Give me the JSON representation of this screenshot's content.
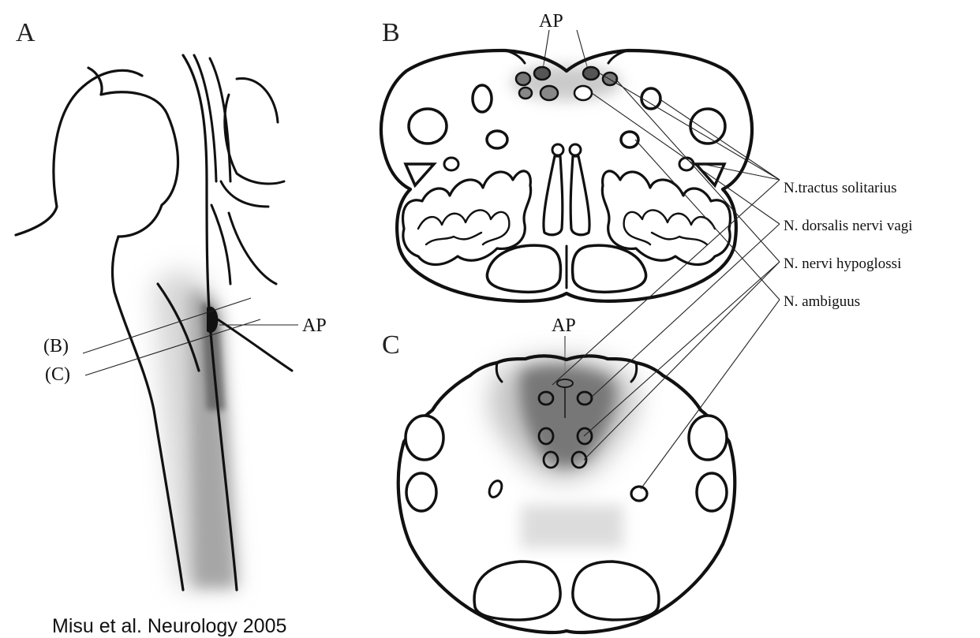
{
  "panels": {
    "a": {
      "letter": "A",
      "ap_label": "AP",
      "cut_b_label": "(B)",
      "cut_c_label": "(C)"
    },
    "b": {
      "letter": "B",
      "ap_label": "AP"
    },
    "c": {
      "letter": "C",
      "ap_label": "AP"
    }
  },
  "nuclei_legend": [
    "N.tractus solitarius",
    "N. dorsalis nervi vagi",
    "N. nervi hypoglossi",
    "N. ambiguus"
  ],
  "citation": "Misu et al. Neurology 2005",
  "colors": {
    "ink": "#111111",
    "lesion_dark": "#555555",
    "lesion_light": "#c8c8c8"
  }
}
